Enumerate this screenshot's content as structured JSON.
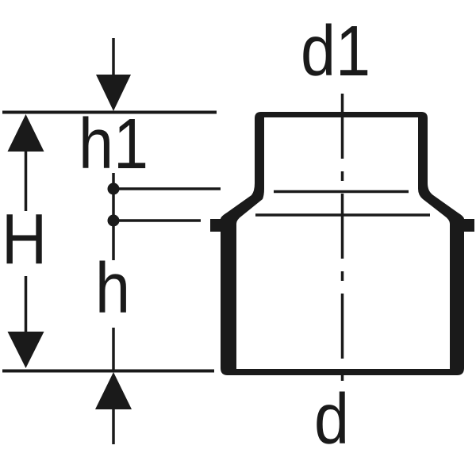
{
  "drawing": {
    "title": "pipe-reducer-fitting-dimension-diagram",
    "labels": {
      "top_diameter": "d1",
      "bottom_diameter": "d",
      "overall_height": "H",
      "upper_inset_depth": "h1",
      "lower_inset_depth": "h"
    },
    "colors": {
      "ink": "#1a1a1a",
      "background": "#ffffff"
    }
  }
}
